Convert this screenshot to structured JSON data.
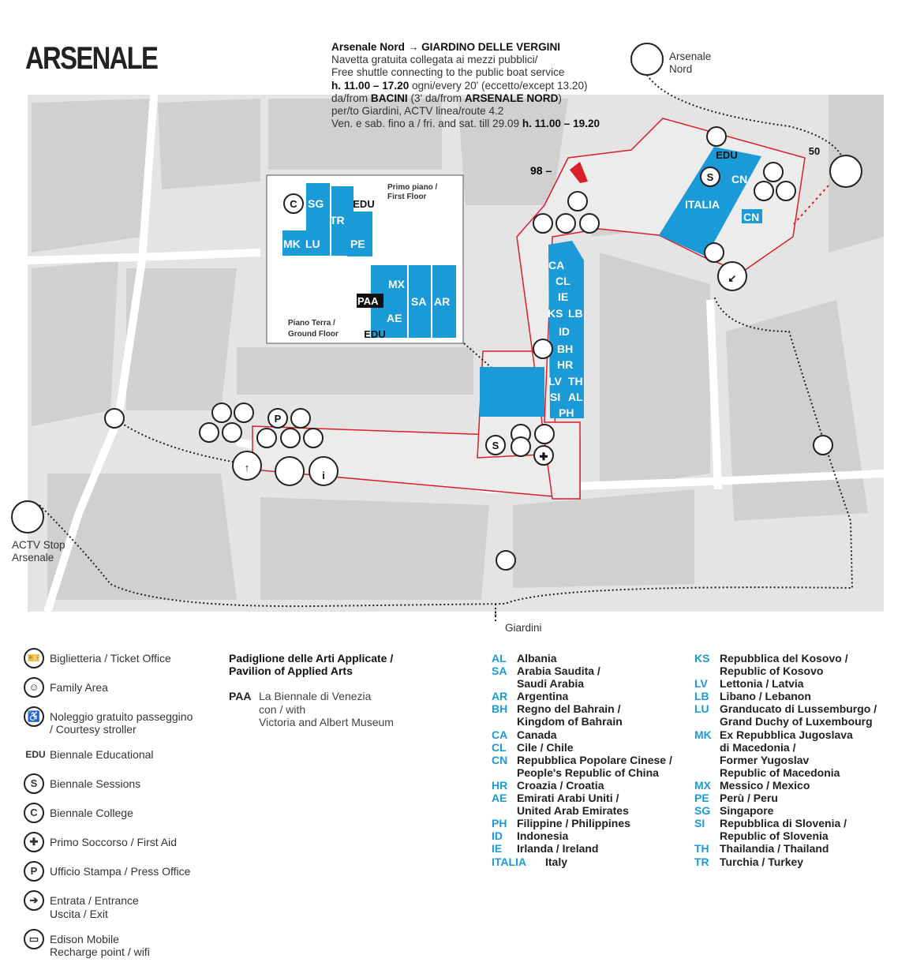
{
  "title": "ARSENALE",
  "shuttle": {
    "line1": "Arsenale Nord → GIARDINO DELLE VERGINI",
    "line2": "Navetta gratuita collegata ai mezzi pubblici/",
    "line3": "Free shuttle connecting to the public boat service",
    "line4_bold": "h. 11.00 – 17.20",
    "line4": " ogni/every 20' (eccetto/except 13.20)",
    "line5_a": "da/from ",
    "line5_b": "BACINI",
    "line5_c": " (3' da/from ",
    "line5_d": "ARSENALE NORD",
    "line5_e": ")",
    "line6": "per/to Giardini, ACTV linea/route 4.2",
    "line7": "Ven. e sab. fino a / fri. and sat. till 29.09 ",
    "line7_bold": "h. 11.00 – 19.20"
  },
  "places": {
    "arsenale_nord": "Arsenale\nNord",
    "actv": "ACTV Stop\nArsenale",
    "giardini": "Giardini",
    "n50": "50",
    "n98": "98 –"
  },
  "inset": {
    "first_floor": "Primo piano /\nFirst Floor",
    "ground_floor": "Piano Terra /\nGround Floor"
  },
  "pavilions": {
    "SG": "SG",
    "TR": "TR",
    "MK": "MK",
    "LU": "LU",
    "PE": "PE",
    "MX": "MX",
    "SA": "SA",
    "AR": "AR",
    "AE": "AE",
    "PAA": "PAA",
    "EDU": "EDU",
    "C": "C",
    "S": "S",
    "P": "P",
    "CA": "CA",
    "CL": "CL",
    "IE": "IE",
    "KS": "KS",
    "LB": "LB",
    "ID": "ID",
    "BH": "BH",
    "HR": "HR",
    "LV": "LV",
    "TH": "TH",
    "SI": "SI",
    "AL": "AL",
    "PH": "PH",
    "ITALIA": "ITALIA",
    "CN": "CN"
  },
  "legend": [
    {
      "icon": "ticket-icon",
      "glyph": "🎫",
      "label": "Biglietteria / Ticket Office"
    },
    {
      "icon": "family-icon",
      "glyph": "☺",
      "label": "Family Area"
    },
    {
      "icon": "stroller-icon",
      "glyph": "♿",
      "label": "Noleggio gratuito passeggino\n/ Courtesy stroller"
    },
    {
      "icon": "edu-icon",
      "glyph": "EDU",
      "label": "Biennale Educational"
    },
    {
      "icon": "sessions-icon",
      "glyph": "S",
      "label": "Biennale Sessions"
    },
    {
      "icon": "college-icon",
      "glyph": "C",
      "label": "Biennale College"
    },
    {
      "icon": "first-aid-icon",
      "glyph": "✚",
      "label": "Primo Soccorso / First Aid"
    },
    {
      "icon": "press-office-icon",
      "glyph": "P",
      "label": "Ufficio Stampa / Press Office"
    },
    {
      "icon": "entrance-icon",
      "glyph": "➔",
      "label": "Entrata / Entrance\nUscita / Exit"
    },
    {
      "icon": "battery-icon",
      "glyph": "▭",
      "label": "Edison Mobile\nRecharge point / wifi"
    }
  ],
  "paa": {
    "heading": "Padiglione delle Arti Applicate /\nPavilion of Applied Arts",
    "code": "PAA",
    "text": "La Biennale di Venezia\ncon / with\nVictoria and Albert Museum"
  },
  "countries_left": [
    {
      "code": "AL",
      "name": "Albania"
    },
    {
      "code": "SA",
      "name": "Arabia Saudita /\nSaudi Arabia"
    },
    {
      "code": "AR",
      "name": "Argentina"
    },
    {
      "code": "BH",
      "name": "Regno del Bahrain /\nKingdom of Bahrain"
    },
    {
      "code": "CA",
      "name": "Canada"
    },
    {
      "code": "CL",
      "name": "Cile / Chile"
    },
    {
      "code": "CN",
      "name": "Repubblica Popolare Cinese /\nPeople's Republic of China"
    },
    {
      "code": "HR",
      "name": "Croazia / Croatia"
    },
    {
      "code": "AE",
      "name": "Emirati Arabi Uniti /\nUnited Arab Emirates"
    },
    {
      "code": "PH",
      "name": "Filippine / Philippines"
    },
    {
      "code": "ID",
      "name": "Indonesia"
    },
    {
      "code": "IE",
      "name": "Irlanda / Ireland"
    },
    {
      "code": "ITALIA",
      "name": "Italy"
    }
  ],
  "countries_right": [
    {
      "code": "KS",
      "name": "Repubblica del Kosovo /\nRepublic of Kosovo"
    },
    {
      "code": "LV",
      "name": "Lettonia / Latvia"
    },
    {
      "code": "LB",
      "name": "Libano / Lebanon"
    },
    {
      "code": "LU",
      "name": "Granducato di Lussemburgo /\nGrand Duchy of Luxembourg"
    },
    {
      "code": "MK",
      "name": "Ex Repubblica Jugoslava\ndi Macedonia /\nFormer Yugoslav\nRepublic of Macedonia"
    },
    {
      "code": "MX",
      "name": "Messico / Mexico"
    },
    {
      "code": "PE",
      "name": "Perù / Peru"
    },
    {
      "code": "SG",
      "name": "Singapore"
    },
    {
      "code": "SI",
      "name": "Repubblica di Slovenia /\nRepublic of Slovenia"
    },
    {
      "code": "TH",
      "name": "Thailandia / Thailand"
    },
    {
      "code": "TR",
      "name": "Turchia / Turkey"
    }
  ],
  "colors": {
    "pavilion": "#1a9ad6",
    "outline": "#d9202a",
    "ground": "#e4e4e4",
    "building": "#cfcfcf"
  }
}
